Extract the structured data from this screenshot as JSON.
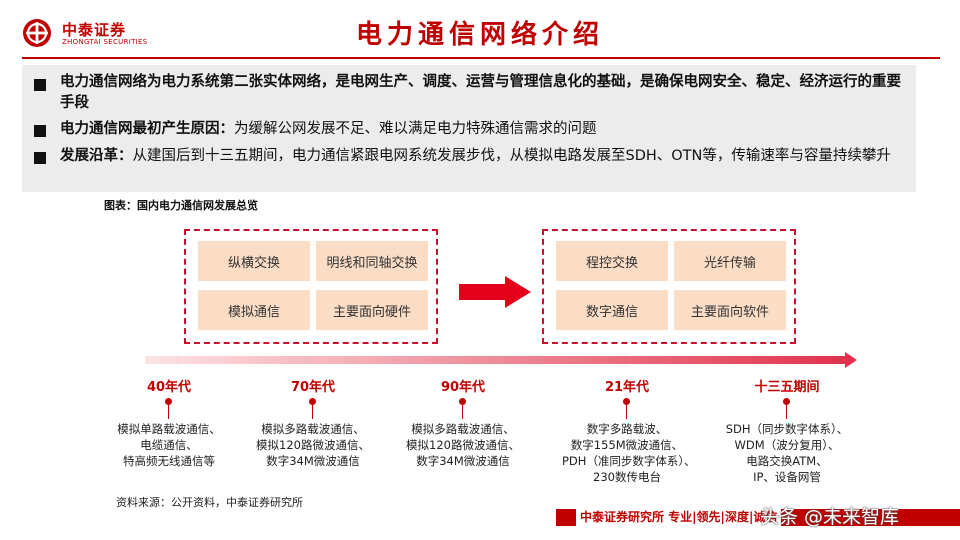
{
  "header": {
    "logo_cn": "中泰证券",
    "logo_en": "ZHONGTAI SECURITIES",
    "title": "电力通信网络介绍"
  },
  "summary": [
    {
      "lead": "",
      "text": "电力通信网络为电力系统第二张实体网络，是电网生产、调度、运营与管理信息化的基础，是确保电网安全、稳定、经济运行的重要手段"
    },
    {
      "lead": "电力通信网最初产生原因：",
      "text": "为缓解公网发展不足、难以满足电力特殊通信需求的问题"
    },
    {
      "lead": "发展沿革：",
      "text": "从建国后到十三五期间，电力通信紧跟电网系统发展步伐，从模拟电路发展至SDH、OTN等，传输速率与容量持续攀升"
    }
  ],
  "figure": {
    "caption": "图表：国内电力通信网发展总览",
    "before": [
      "纵横交换",
      "明线和同轴交换",
      "模拟通信",
      "主要面向硬件"
    ],
    "after": [
      "程控交换",
      "光纤传输",
      "数字通信",
      "主要面向软件"
    ]
  },
  "eras": [
    {
      "label": "40年代",
      "lines": [
        "模拟单路载波通信、",
        "电缆通信、",
        "特高频无线通信等"
      ]
    },
    {
      "label": "70年代",
      "lines": [
        "模拟多路载波通信、",
        "模拟120路微波通信、",
        "数字34M微波通信"
      ]
    },
    {
      "label": "90年代",
      "lines": [
        "模拟多路载波通信、",
        "模拟120路微波通信、",
        "数字34M微波通信"
      ]
    },
    {
      "label": "21年代",
      "lines": [
        "数字多路载波、",
        "数字155M微波通信、",
        "PDH（准同步数字体系）、",
        "230数传电台"
      ]
    },
    {
      "label": "十三五期间",
      "lines": [
        "SDH（同步数字体系）、",
        "WDM（波分复用）、",
        "电路交换ATM、",
        "IP、设备网管"
      ]
    }
  ],
  "footer": {
    "source": "资料来源：公开资料，中泰证券研究所",
    "slogan": "中泰证券研究所 专业|领先|深度|诚信",
    "watermark": "头条 @未来智库"
  },
  "colors": {
    "brand_red": "#c00000",
    "box_fill": "#fbdcc5",
    "timeline_gradient_start": "#fde3e3",
    "timeline_gradient_end": "#e0304a"
  }
}
